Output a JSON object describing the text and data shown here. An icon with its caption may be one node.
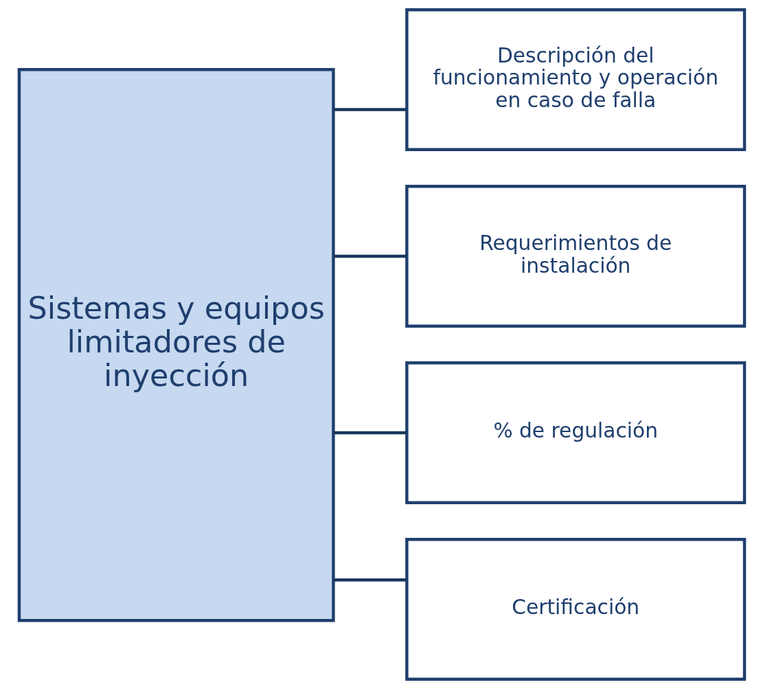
{
  "diagram": {
    "nodes": [
      {
        "text": [
          "Sistemas y equipos limitadores de inyección"
        ]
      },
      {
        "text": [
          "Descripción del funcionamiento y operación en caso de falla"
        ]
      },
      {
        "text": [
          "Requerimientos de instalación"
        ]
      },
      {
        "text": [
          "% de regulación"
        ]
      },
      {
        "text": [
          "Certificación"
        ]
      }
    ],
    "edges": [
      {
        "from": 0,
        "to": 1,
        "arrow": "none"
      },
      {
        "from": 0,
        "to": 2,
        "arrow": "none"
      },
      {
        "from": 0,
        "to": 3,
        "arrow": "none"
      },
      {
        "from": 0,
        "to": 4,
        "arrow": "none"
      }
    ]
  }
}
